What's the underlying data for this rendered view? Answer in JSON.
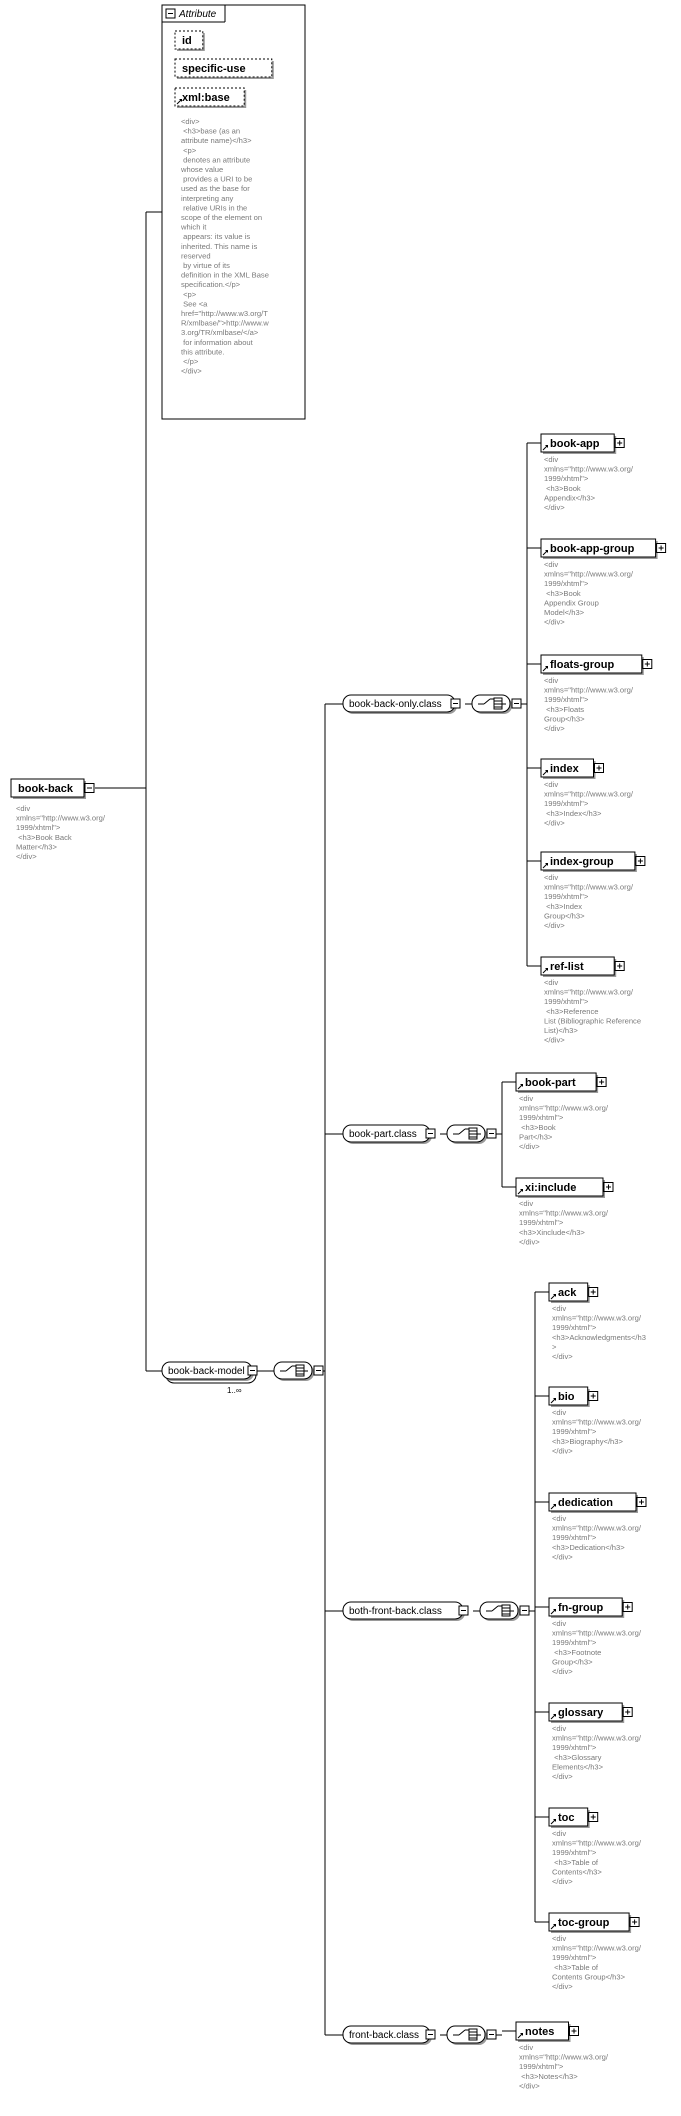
{
  "root": {
    "label": "book-back",
    "doc": [
      "<div",
      "xmlns=\"http://www.w3.org/",
      "1999/xhtml\">",
      "            <h3>Book Back",
      "Matter</h3>",
      "</div>"
    ]
  },
  "attribute_group": {
    "title": "Attribute",
    "attributes": [
      "id",
      "specific-use",
      "xml:base"
    ],
    "doc": [
      "<div>",
      "              <h3>base (as an",
      "attribute name)</h3>",
      "              <p>",
      "      denotes an attribute",
      "whose value",
      "        provides a URI to be",
      "used as the base for",
      "interpreting any",
      "        relative URIs in the",
      "scope of the element on",
      "which it",
      "        appears: its value is",
      "inherited.  This name is",
      "reserved",
      "        by virtue of its",
      "definition in the XML Base",
      "specification.</p>",
      "              <p>",
      "      See <a",
      "href=\"http://www.w3.org/T",
      "R/xmlbase/\">http://www.w",
      "3.org/TR/xmlbase/</a>",
      "        for information about",
      "this attribute.",
      "          </p>",
      "</div>"
    ]
  },
  "model": {
    "label": "book-back-model",
    "cardinality": "1..∞"
  },
  "groups": [
    {
      "label": "book-back-only.class",
      "children": [
        {
          "label": "book-app",
          "doc": [
            "<div",
            "xmlns=\"http://www.w3.org/",
            "1999/xhtml\">",
            "            <h3>Book",
            "Appendix</h3>",
            "</div>"
          ]
        },
        {
          "label": "book-app-group",
          "doc": [
            "<div",
            "xmlns=\"http://www.w3.org/",
            "1999/xhtml\">",
            "            <h3>Book",
            "Appendix Group",
            "Model</h3>",
            "</div>"
          ]
        },
        {
          "label": "floats-group",
          "doc": [
            "<div",
            "xmlns=\"http://www.w3.org/",
            "1999/xhtml\">",
            "            <h3>Floats",
            "Group</h3>",
            "</div>"
          ]
        },
        {
          "label": "index",
          "doc": [
            "<div",
            "xmlns=\"http://www.w3.org/",
            "1999/xhtml\">",
            "            <h3>Index</h3>",
            "</div>"
          ]
        },
        {
          "label": "index-group",
          "doc": [
            "<div",
            "xmlns=\"http://www.w3.org/",
            "1999/xhtml\">",
            "            <h3>Index",
            "Group</h3>",
            "</div>"
          ]
        },
        {
          "label": "ref-list",
          "doc": [
            "<div",
            "xmlns=\"http://www.w3.org/",
            "1999/xhtml\">",
            "            <h3>Reference",
            "List (Bibliographic Reference",
            "List)</h3>",
            "</div>"
          ]
        }
      ]
    },
    {
      "label": "book-part.class",
      "children": [
        {
          "label": "book-part",
          "doc": [
            "<div",
            "xmlns=\"http://www.w3.org/",
            "1999/xhtml\">",
            "            <h3>Book",
            "Part</h3>",
            "</div>"
          ]
        },
        {
          "label": "xi:include",
          "doc": [
            "<div",
            "xmlns=\"http://www.w3.org/",
            "1999/xhtml\">",
            "",
            "<h3>Xinclude</h3>",
            "</div>"
          ]
        }
      ]
    },
    {
      "label": "both-front-back.class",
      "children": [
        {
          "label": "ack",
          "doc": [
            "<div",
            "xmlns=\"http://www.w3.org/",
            "1999/xhtml\">",
            "",
            "<h3>Acknowledgments</h3",
            ">",
            "</div>"
          ]
        },
        {
          "label": "bio",
          "doc": [
            "<div",
            "xmlns=\"http://www.w3.org/",
            "1999/xhtml\">",
            "",
            "<h3>Biography</h3>",
            "</div>"
          ]
        },
        {
          "label": "dedication",
          "doc": [
            "<div",
            "xmlns=\"http://www.w3.org/",
            "1999/xhtml\">",
            "",
            "<h3>Dedication</h3>",
            "</div>"
          ]
        },
        {
          "label": "fn-group",
          "doc": [
            "<div",
            "xmlns=\"http://www.w3.org/",
            "1999/xhtml\">",
            "            <h3>Footnote",
            "Group</h3>",
            "</div>"
          ]
        },
        {
          "label": "glossary",
          "doc": [
            "<div",
            "xmlns=\"http://www.w3.org/",
            "1999/xhtml\">",
            "            <h3>Glossary",
            "Elements</h3>",
            "</div>"
          ]
        },
        {
          "label": "toc",
          "doc": [
            "<div",
            "xmlns=\"http://www.w3.org/",
            "1999/xhtml\">",
            "            <h3>Table of",
            "Contents</h3>",
            "</div>"
          ]
        },
        {
          "label": "toc-group",
          "doc": [
            "<div",
            "xmlns=\"http://www.w3.org/",
            "1999/xhtml\">",
            "            <h3>Table of",
            "Contents Group</h3>",
            "</div>"
          ]
        }
      ]
    },
    {
      "label": "front-back.class",
      "children": [
        {
          "label": "notes",
          "doc": [
            "<div",
            "xmlns=\"http://www.w3.org/",
            "1999/xhtml\">",
            "            <h3>Notes</h3>",
            "</div>"
          ]
        }
      ]
    }
  ]
}
